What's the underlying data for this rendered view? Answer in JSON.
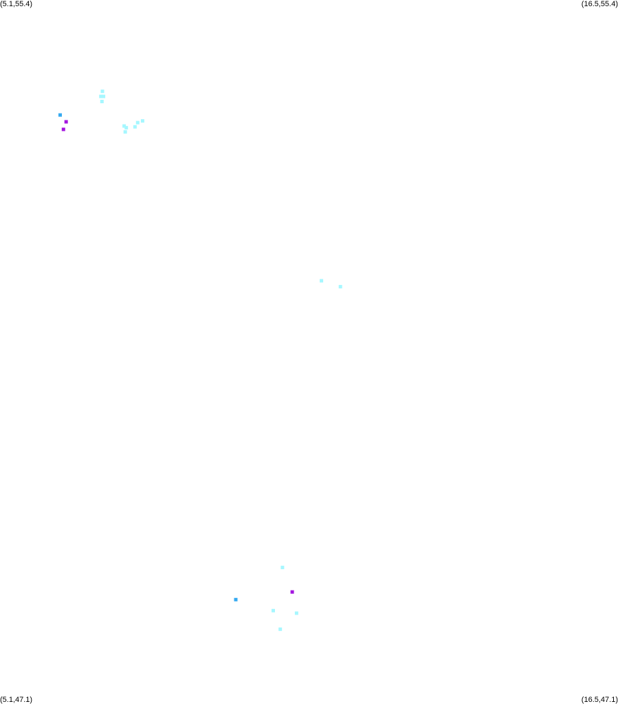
{
  "corners": {
    "top_left": "(5.1,55.4)",
    "top_right": "(16.5,55.4)",
    "bottom_left": "(5.1,47.1)",
    "bottom_right": "(16.5,47.1)"
  },
  "extent": {
    "lon_min": 5.1,
    "lon_max": 16.5,
    "lat_min": 47.1,
    "lat_max": 55.4
  },
  "colors": {
    "light_cyan": "#a6f7ff",
    "blue": "#36aaf0",
    "purple": "#a416e0"
  },
  "chart_data": {
    "type": "scatter",
    "xlim": [
      5.1,
      16.5
    ],
    "ylim": [
      47.1,
      55.4
    ],
    "series": [
      {
        "color": "#a6f7ff",
        "points": [
          {
            "x": 6.99,
            "y": 54.32
          },
          {
            "x": 6.96,
            "y": 54.26
          },
          {
            "x": 7.01,
            "y": 54.26
          },
          {
            "x": 6.98,
            "y": 54.2
          },
          {
            "x": 7.39,
            "y": 53.91
          },
          {
            "x": 7.43,
            "y": 53.89
          },
          {
            "x": 7.41,
            "y": 53.84
          },
          {
            "x": 7.59,
            "y": 53.9
          },
          {
            "x": 7.64,
            "y": 53.95
          },
          {
            "x": 7.73,
            "y": 53.97
          },
          {
            "x": 11.03,
            "y": 52.08
          },
          {
            "x": 11.38,
            "y": 52.01
          },
          {
            "x": 10.31,
            "y": 48.69
          },
          {
            "x": 10.14,
            "y": 48.18
          },
          {
            "x": 10.57,
            "y": 48.15
          },
          {
            "x": 10.27,
            "y": 47.96
          }
        ]
      },
      {
        "color": "#36aaf0",
        "points": [
          {
            "x": 6.21,
            "y": 54.04
          },
          {
            "x": 9.45,
            "y": 48.31
          }
        ]
      },
      {
        "color": "#a416e0",
        "points": [
          {
            "x": 6.32,
            "y": 53.96
          },
          {
            "x": 6.27,
            "y": 53.87
          },
          {
            "x": 10.49,
            "y": 48.4
          }
        ]
      }
    ]
  }
}
